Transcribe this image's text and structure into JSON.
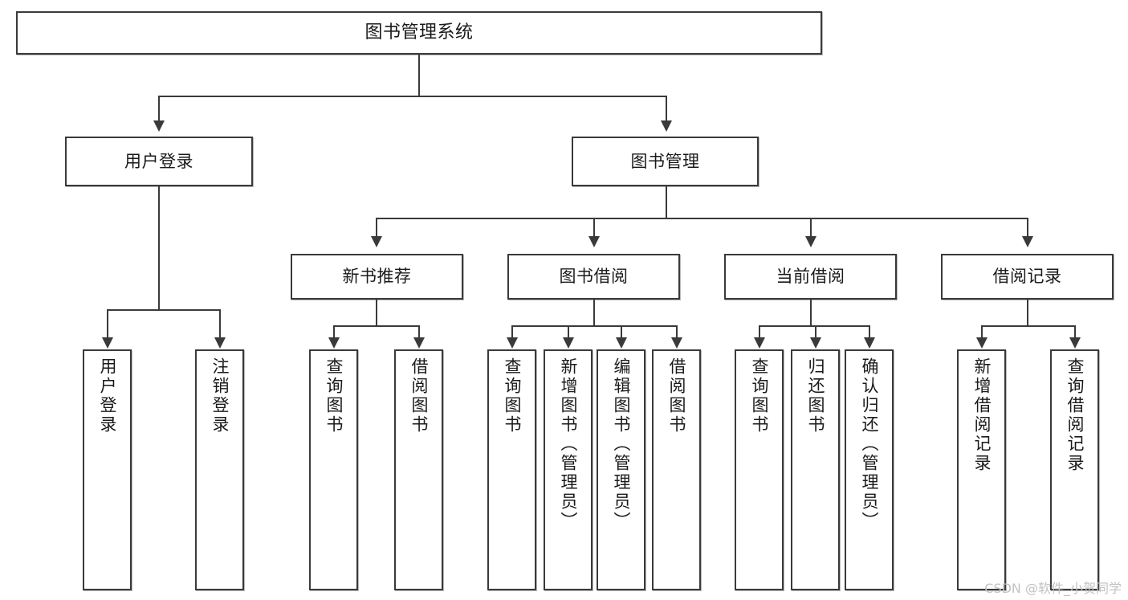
{
  "diagram": {
    "title": "图书管理系统",
    "watermark": "CSDN @软件_小贺同学",
    "root": {
      "label": "图书管理系统"
    },
    "level2": [
      {
        "label": "用户登录"
      },
      {
        "label": "图书管理"
      }
    ],
    "level3": [
      {
        "label": "新书推荐"
      },
      {
        "label": "图书借阅"
      },
      {
        "label": "当前借阅"
      },
      {
        "label": "借阅记录"
      }
    ],
    "leaves": {
      "user_login": [
        {
          "label": "用户登录"
        },
        {
          "label": "注销登录"
        }
      ],
      "new_book_recommend": [
        {
          "label": "查询图书"
        },
        {
          "label": "借阅图书"
        }
      ],
      "book_borrow": [
        {
          "label": "查询图书"
        },
        {
          "label": "新增图书（管理员）"
        },
        {
          "label": "编辑图书（管理员）"
        },
        {
          "label": "借阅图书"
        }
      ],
      "current_borrow": [
        {
          "label": "查询图书"
        },
        {
          "label": "归还图书"
        },
        {
          "label": "确认归还（管理员）"
        }
      ],
      "borrow_record": [
        {
          "label": "新增借阅记录"
        },
        {
          "label": "查询借阅记录"
        }
      ]
    },
    "colors": {
      "stroke": "#3a3a3a",
      "fill": "#ffffff",
      "text": "#1a1a1a",
      "watermark": "#c2c2c2"
    }
  }
}
